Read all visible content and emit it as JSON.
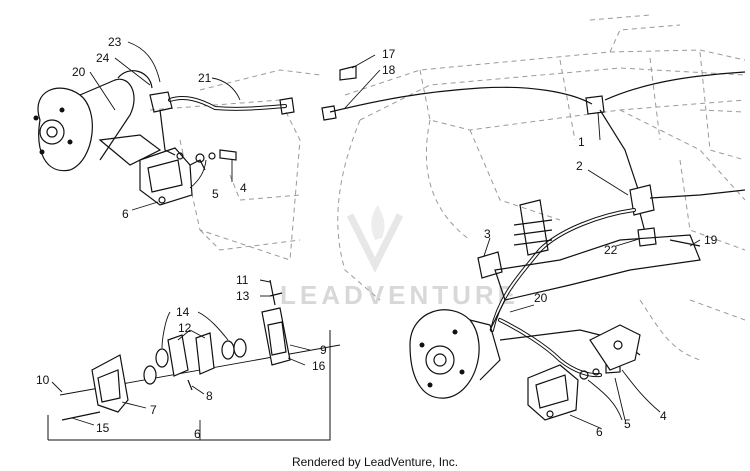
{
  "callouts": [
    {
      "id": "c23",
      "label": "23"
    },
    {
      "id": "c24",
      "label": "24"
    },
    {
      "id": "c20a",
      "label": "20"
    },
    {
      "id": "c21",
      "label": "21"
    },
    {
      "id": "c5a",
      "label": "5"
    },
    {
      "id": "c4a",
      "label": "4"
    },
    {
      "id": "c6a",
      "label": "6"
    },
    {
      "id": "c17",
      "label": "17"
    },
    {
      "id": "c18",
      "label": "18"
    },
    {
      "id": "c1",
      "label": "1"
    },
    {
      "id": "c2",
      "label": "2"
    },
    {
      "id": "c3",
      "label": "3"
    },
    {
      "id": "c22",
      "label": "22"
    },
    {
      "id": "c19",
      "label": "19"
    },
    {
      "id": "c20b",
      "label": "20"
    },
    {
      "id": "c11",
      "label": "11"
    },
    {
      "id": "c13",
      "label": "13"
    },
    {
      "id": "c14",
      "label": "14"
    },
    {
      "id": "c12",
      "label": "12"
    },
    {
      "id": "c9",
      "label": "9"
    },
    {
      "id": "c16",
      "label": "16"
    },
    {
      "id": "c10",
      "label": "10"
    },
    {
      "id": "c8",
      "label": "8"
    },
    {
      "id": "c7",
      "label": "7"
    },
    {
      "id": "c15",
      "label": "15"
    },
    {
      "id": "c6b",
      "label": "6"
    },
    {
      "id": "c6c",
      "label": "6"
    },
    {
      "id": "c5b",
      "label": "5"
    },
    {
      "id": "c4b",
      "label": "4"
    }
  ],
  "footer": "Rendered by LeadVenture, Inc.",
  "watermark": "LEADVENTURE"
}
